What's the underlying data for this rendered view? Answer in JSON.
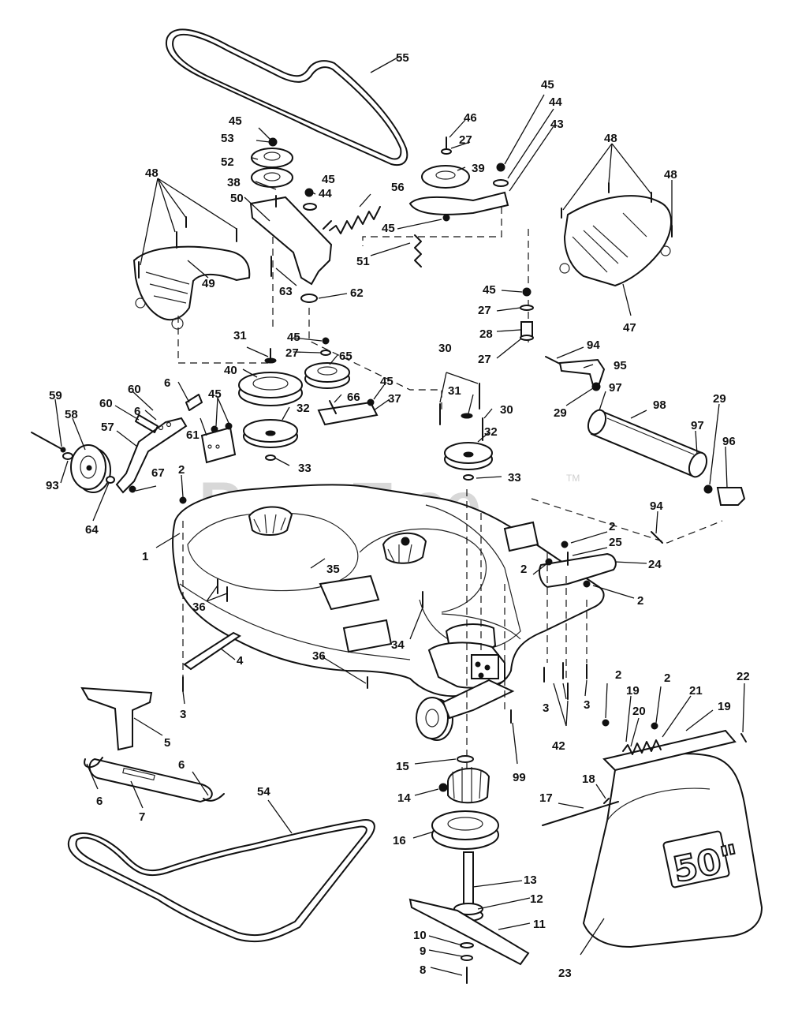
{
  "watermark": {
    "text": "PartsTree",
    "trademark": "TM"
  },
  "deck_plate_label": "50\"",
  "callouts": [
    {
      "id": "1",
      "label": "1"
    },
    {
      "id": "2a",
      "label": "2"
    },
    {
      "id": "2b",
      "label": "2"
    },
    {
      "id": "2c",
      "label": "2"
    },
    {
      "id": "2d",
      "label": "2"
    },
    {
      "id": "2e",
      "label": "2"
    },
    {
      "id": "2f",
      "label": "2"
    },
    {
      "id": "3a",
      "label": "3"
    },
    {
      "id": "3b",
      "label": "3"
    },
    {
      "id": "3c",
      "label": "3"
    },
    {
      "id": "4",
      "label": "4"
    },
    {
      "id": "5",
      "label": "5"
    },
    {
      "id": "6a",
      "label": "6"
    },
    {
      "id": "6b",
      "label": "6"
    },
    {
      "id": "6c",
      "label": "6"
    },
    {
      "id": "6d",
      "label": "6"
    },
    {
      "id": "7",
      "label": "7"
    },
    {
      "id": "8",
      "label": "8"
    },
    {
      "id": "9",
      "label": "9"
    },
    {
      "id": "10",
      "label": "10"
    },
    {
      "id": "11",
      "label": "11"
    },
    {
      "id": "12",
      "label": "12"
    },
    {
      "id": "13",
      "label": "13"
    },
    {
      "id": "14",
      "label": "14"
    },
    {
      "id": "15",
      "label": "15"
    },
    {
      "id": "16",
      "label": "16"
    },
    {
      "id": "17",
      "label": "17"
    },
    {
      "id": "18",
      "label": "18"
    },
    {
      "id": "19a",
      "label": "19"
    },
    {
      "id": "19b",
      "label": "19"
    },
    {
      "id": "20",
      "label": "20"
    },
    {
      "id": "21",
      "label": "21"
    },
    {
      "id": "22",
      "label": "22"
    },
    {
      "id": "23",
      "label": "23"
    },
    {
      "id": "24",
      "label": "24"
    },
    {
      "id": "25",
      "label": "25"
    },
    {
      "id": "27a",
      "label": "27"
    },
    {
      "id": "27b",
      "label": "27"
    },
    {
      "id": "27c",
      "label": "27"
    },
    {
      "id": "27d",
      "label": "27"
    },
    {
      "id": "28",
      "label": "28"
    },
    {
      "id": "29a",
      "label": "29"
    },
    {
      "id": "29b",
      "label": "29"
    },
    {
      "id": "30a",
      "label": "30"
    },
    {
      "id": "30b",
      "label": "30"
    },
    {
      "id": "31a",
      "label": "31"
    },
    {
      "id": "31b",
      "label": "31"
    },
    {
      "id": "32a",
      "label": "32"
    },
    {
      "id": "32b",
      "label": "32"
    },
    {
      "id": "33a",
      "label": "33"
    },
    {
      "id": "33b",
      "label": "33"
    },
    {
      "id": "34",
      "label": "34"
    },
    {
      "id": "35",
      "label": "35"
    },
    {
      "id": "36a",
      "label": "36"
    },
    {
      "id": "36b",
      "label": "36"
    },
    {
      "id": "37",
      "label": "37"
    },
    {
      "id": "38",
      "label": "38"
    },
    {
      "id": "39",
      "label": "39"
    },
    {
      "id": "40",
      "label": "40"
    },
    {
      "id": "42",
      "label": "42"
    },
    {
      "id": "43",
      "label": "43"
    },
    {
      "id": "44a",
      "label": "44"
    },
    {
      "id": "44b",
      "label": "44"
    },
    {
      "id": "45a",
      "label": "45"
    },
    {
      "id": "45b",
      "label": "45"
    },
    {
      "id": "45c",
      "label": "45"
    },
    {
      "id": "45d",
      "label": "45"
    },
    {
      "id": "45e",
      "label": "45"
    },
    {
      "id": "45f",
      "label": "45"
    },
    {
      "id": "45g",
      "label": "45"
    },
    {
      "id": "45h",
      "label": "45"
    },
    {
      "id": "46",
      "label": "46"
    },
    {
      "id": "47",
      "label": "47"
    },
    {
      "id": "48a",
      "label": "48"
    },
    {
      "id": "48b",
      "label": "48"
    },
    {
      "id": "48c",
      "label": "48"
    },
    {
      "id": "49",
      "label": "49"
    },
    {
      "id": "50",
      "label": "50"
    },
    {
      "id": "51",
      "label": "51"
    },
    {
      "id": "52",
      "label": "52"
    },
    {
      "id": "53",
      "label": "53"
    },
    {
      "id": "54",
      "label": "54"
    },
    {
      "id": "55",
      "label": "55"
    },
    {
      "id": "56",
      "label": "56"
    },
    {
      "id": "57",
      "label": "57"
    },
    {
      "id": "58",
      "label": "58"
    },
    {
      "id": "59",
      "label": "59"
    },
    {
      "id": "60a",
      "label": "60"
    },
    {
      "id": "60b",
      "label": "60"
    },
    {
      "id": "61",
      "label": "61"
    },
    {
      "id": "62",
      "label": "62"
    },
    {
      "id": "63",
      "label": "63"
    },
    {
      "id": "64",
      "label": "64"
    },
    {
      "id": "65",
      "label": "65"
    },
    {
      "id": "66",
      "label": "66"
    },
    {
      "id": "67",
      "label": "67"
    },
    {
      "id": "93",
      "label": "93"
    },
    {
      "id": "94a",
      "label": "94"
    },
    {
      "id": "94b",
      "label": "94"
    },
    {
      "id": "95",
      "label": "95"
    },
    {
      "id": "96",
      "label": "96"
    },
    {
      "id": "97a",
      "label": "97"
    },
    {
      "id": "97b",
      "label": "97"
    },
    {
      "id": "98",
      "label": "98"
    },
    {
      "id": "99",
      "label": "99"
    }
  ]
}
